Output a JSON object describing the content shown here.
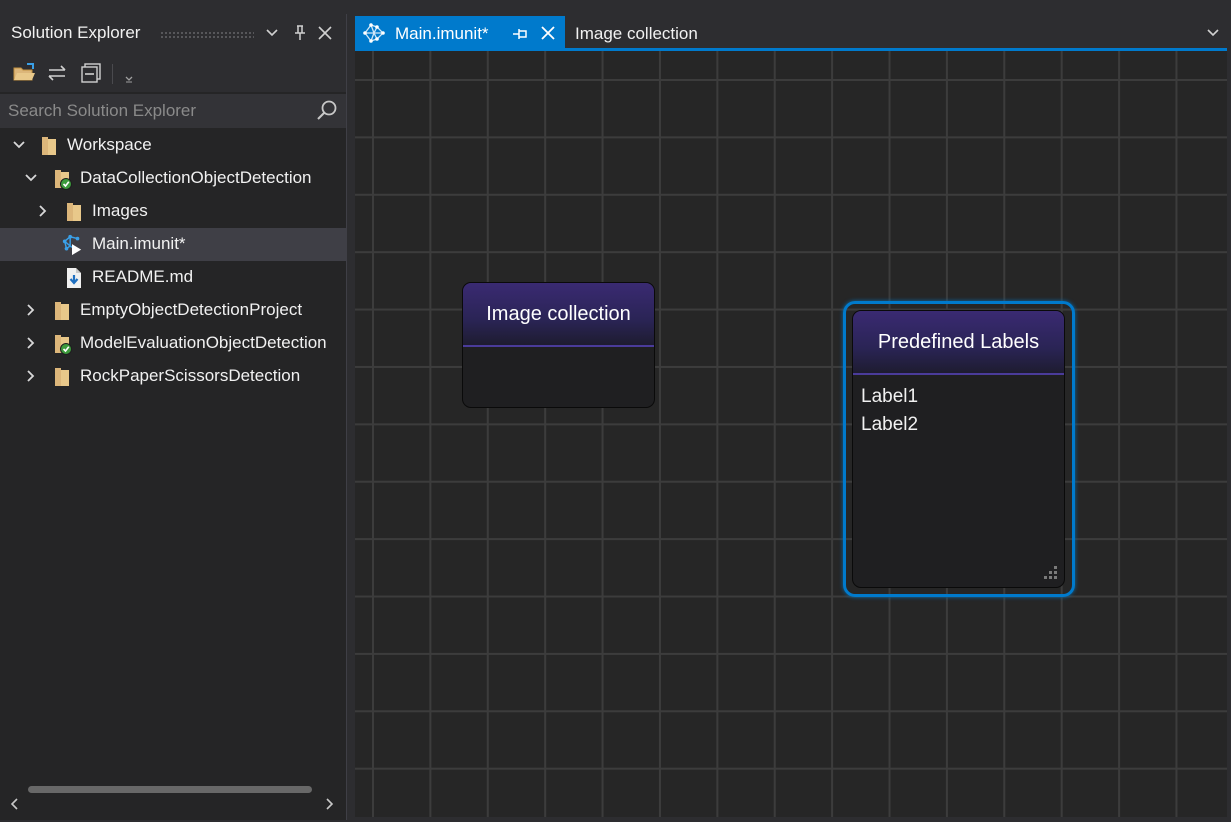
{
  "solution_explorer": {
    "title": "Solution Explorer",
    "search_placeholder": "Search Solution Explorer",
    "tree": [
      {
        "label": "Workspace"
      },
      {
        "label": "DataCollectionObjectDetection"
      },
      {
        "label": "Images"
      },
      {
        "label": "Main.imunit*"
      },
      {
        "label": "README.md"
      },
      {
        "label": "EmptyObjectDetectionProject"
      },
      {
        "label": "ModelEvaluationObjectDetection"
      },
      {
        "label": "RockPaperScissorsDetection"
      }
    ]
  },
  "tabs": {
    "active_label": "Main.imunit*",
    "inactive_label": "Image collection"
  },
  "canvas": {
    "node_image_collection": {
      "title": "Image collection"
    },
    "node_labels": {
      "title": "Predefined Labels",
      "items": [
        "Label1",
        "Label2"
      ]
    }
  },
  "colors": {
    "accent": "#007acc",
    "node_header": "#2a2455",
    "canvas_bg": "#262626",
    "panel_bg": "#252526"
  },
  "icons": {
    "toolbar": [
      "open-folder-icon",
      "sync-icon",
      "collapse-all-icon",
      "dropdown-icon"
    ],
    "tree": [
      "folder-icon",
      "project-icon",
      "unit-file-icon",
      "markdown-file-icon"
    ]
  }
}
